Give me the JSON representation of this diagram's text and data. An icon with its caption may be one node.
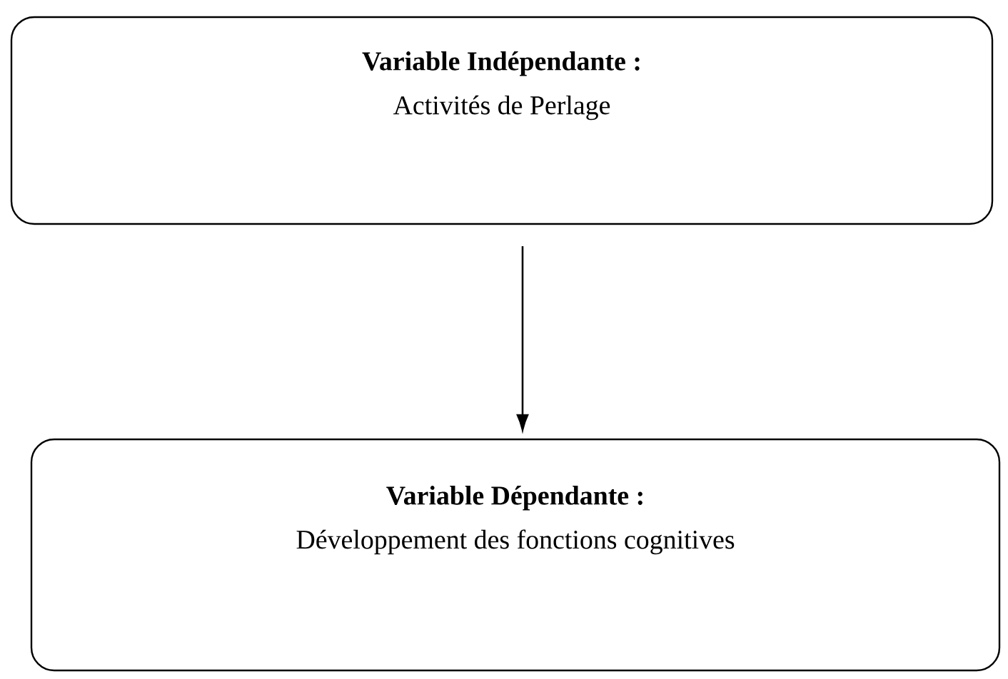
{
  "diagram": {
    "nodes": [
      {
        "text": [
          "Variable Indépendante :",
          "Activités de Perlage"
        ]
      },
      {
        "text": [
          "Variable Dépendante :",
          "Développement des fonctions cognitives"
        ]
      }
    ],
    "edges": [
      {
        "from": 0,
        "to": 1,
        "arrow": "to"
      }
    ]
  }
}
